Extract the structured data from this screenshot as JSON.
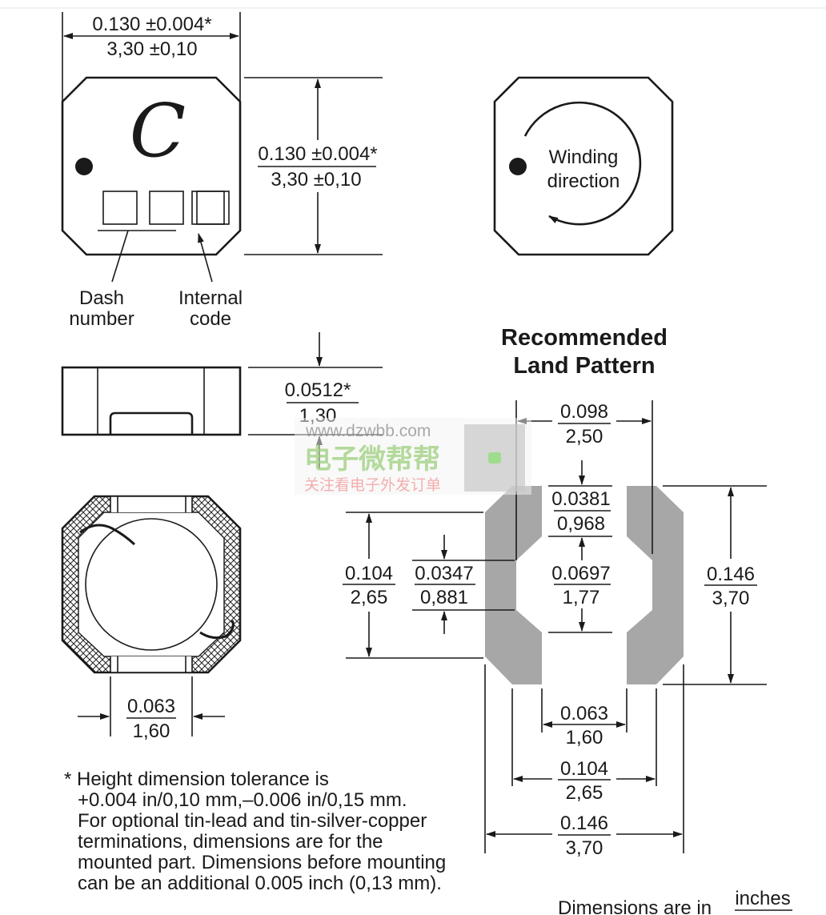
{
  "top_view": {
    "width_in": "0.130 ±0.004*",
    "width_mm": "3,30 ±0,10",
    "height_in": "0.130 ±0.004*",
    "height_mm": "3,30 ±0,10",
    "logo": "C",
    "dash_label_1": "Dash",
    "dash_label_2": "number",
    "internal_label_1": "Internal",
    "internal_label_2": "code"
  },
  "winding_view": {
    "label_1": "Winding",
    "label_2": "direction"
  },
  "side_view": {
    "height_in": "0.0512*",
    "height_mm": "1,30"
  },
  "bottom_view": {
    "terminal_in": "0.063",
    "terminal_mm": "1,60"
  },
  "footnote": [
    "* Height dimension tolerance is",
    "+0.004 in/0,10 mm,–0.006 in/0,15 mm.",
    "For optional tin-lead and tin-silver-copper",
    "terminations, dimensions are for the",
    "mounted part. Dimensions before mounting",
    "can be an additional 0.005 inch (0,13 mm)."
  ],
  "land_pattern": {
    "title_1": "Recommended",
    "title_2": "Land Pattern",
    "d_top_in": "0.098",
    "d_top_mm": "2,50",
    "d_gap_in": "0.0381",
    "d_gap_mm": "0,968",
    "d_inner_in": "0.0697",
    "d_inner_mm": "1,77",
    "d_left_in": "0.104",
    "d_left_mm": "2,65",
    "d_notch_in": "0.0347",
    "d_notch_mm": "0,881",
    "d_right_in": "0.146",
    "d_right_mm": "3,70",
    "d_b1_in": "0.063",
    "d_b1_mm": "1,60",
    "d_b2_in": "0.104",
    "d_b2_mm": "2,65",
    "d_b3_in": "0.146",
    "d_b3_mm": "3,70",
    "pad_color": "#a7a7a7"
  },
  "units_note": {
    "prefix": "Dimensions are in",
    "unit": "inches"
  },
  "watermark": {
    "url": "www.dzwbb.com",
    "brand": "电子微帮帮",
    "slogan": "关注看电子外发订单"
  }
}
